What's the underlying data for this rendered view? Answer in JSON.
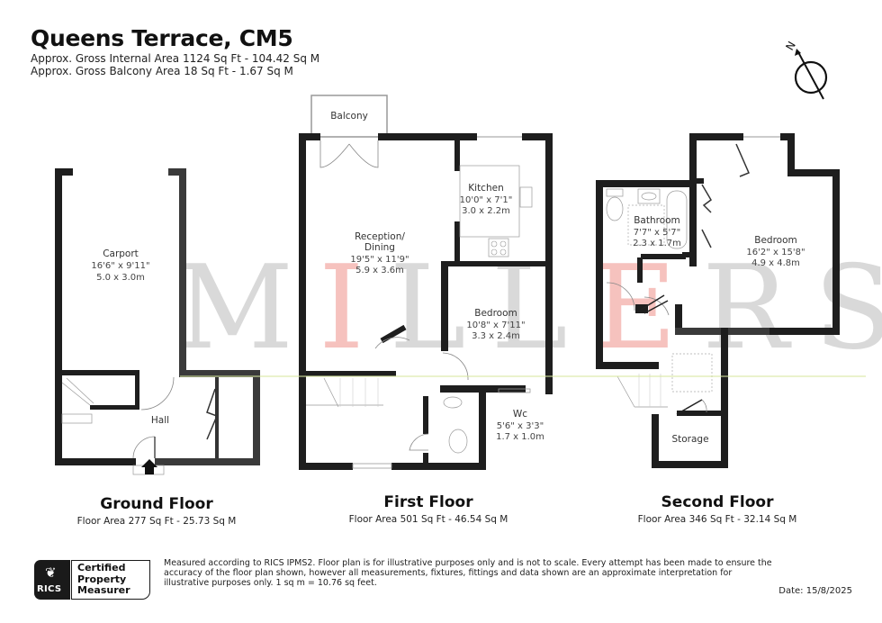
{
  "header": {
    "title": "Queens Terrace, CM5",
    "gross_internal_area": "Approx. Gross Internal Area 1124 Sq Ft - 104.42 Sq M",
    "gross_balcony_area": "Approx. Gross Balcony Area 18 Sq Ft - 1.67 Sq M"
  },
  "compass": {
    "label": "N",
    "icon": "north-arrow-icon"
  },
  "watermark": {
    "letters": [
      "M",
      "I",
      "L",
      "L",
      "E",
      "R",
      "S"
    ],
    "accent_color": "#e65046"
  },
  "floors": [
    {
      "name": "Ground Floor",
      "area": "Floor Area 277 Sq Ft - 25.73 Sq M",
      "rooms": [
        {
          "label": "Carport",
          "dim_imperial": "16'6\" x 9'11\"",
          "dim_metric": "5.0 x 3.0m"
        },
        {
          "label": "Hall"
        }
      ]
    },
    {
      "name": "First Floor",
      "area": "Floor Area 501 Sq Ft - 46.54 Sq M",
      "rooms": [
        {
          "label": "Balcony"
        },
        {
          "label": "Kitchen",
          "dim_imperial": "10'0\" x 7'1\"",
          "dim_metric": "3.0 x 2.2m"
        },
        {
          "label": "Reception/",
          "label2": "Dining",
          "dim_imperial": "19'5\" x 11'9\"",
          "dim_metric": "5.9 x 3.6m"
        },
        {
          "label": "Bedroom",
          "dim_imperial": "10'8\" x 7'11\"",
          "dim_metric": "3.3 x 2.4m"
        },
        {
          "label": "Wc",
          "dim_imperial": "5'6\" x 3'3\"",
          "dim_metric": "1.7 x 1.0m"
        }
      ]
    },
    {
      "name": "Second Floor",
      "area": "Floor Area 346 Sq Ft - 32.14 Sq M",
      "rooms": [
        {
          "label": "Bathroom",
          "dim_imperial": "7'7\" x 5'7\"",
          "dim_metric": "2.3 x 1.7m"
        },
        {
          "label": "Bedroom",
          "dim_imperial": "16'2\" x 15'8\"",
          "dim_metric": "4.9 x 4.8m"
        },
        {
          "label": "Storage"
        }
      ]
    }
  ],
  "footer": {
    "badge": {
      "org": "RICS",
      "line1": "Certified",
      "line2": "Property",
      "line3": "Measurer"
    },
    "disclaimer": "Measured according to RICS IPMS2. Floor plan is for illustrative purposes only and is not to scale. Every attempt has been made to ensure the accuracy of the floor plan shown, however all measurements, fixtures, fittings and data shown are an approximate interpretation for illustrative purposes only. 1 sq m = 10.76 sq feet.",
    "date": "Date: 15/8/2025"
  },
  "colors": {
    "wall": "#1e1e1e",
    "wall_grey": "#3a3a3a",
    "text": "#222222",
    "background": "#ffffff"
  }
}
